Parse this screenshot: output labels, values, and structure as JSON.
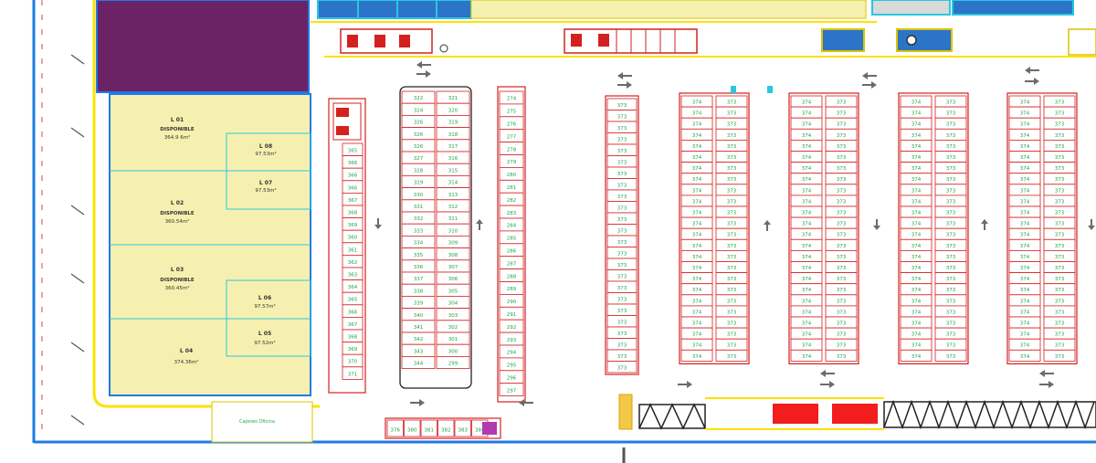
{
  "colors": {
    "lot_fill": "#f6f0b0",
    "purple_block": "#6b2365",
    "border_blue": "#1e7be6",
    "road_yellow": "#ffe100",
    "stall_red": "#d52020",
    "stall_number": "#1aa64a",
    "cyan": "#29c7e0",
    "arrow_gray": "#6b6b6b"
  },
  "lots": [
    {
      "code": "L 01",
      "status": "DISPONIBLE",
      "area": "364.9 6m²"
    },
    {
      "code": "L 02",
      "status": "DISPONIBLE",
      "area": "360.54m²"
    },
    {
      "code": "L 03",
      "status": "DISPONIBLE",
      "area": "360.45m²"
    },
    {
      "code": "L 04",
      "status": "",
      "area": "374.36m²"
    },
    {
      "code": "L 08",
      "status": "",
      "area": "97.53m²"
    },
    {
      "code": "L 07",
      "status": "",
      "area": "97.53m²"
    },
    {
      "code": "L 06",
      "status": "",
      "area": "97.57m²"
    },
    {
      "code": "L 05",
      "status": "",
      "area": "97.52m²"
    }
  ],
  "side_stalls": [
    "365",
    "366",
    "366",
    "366",
    "367",
    "368",
    "369",
    "360",
    "361",
    "362",
    "363",
    "364",
    "365",
    "366",
    "367",
    "368",
    "369",
    "370",
    "371"
  ],
  "block_a": {
    "left": [
      "322",
      "324",
      "326",
      "326",
      "326",
      "327",
      "328",
      "329",
      "330",
      "331",
      "332",
      "333",
      "334",
      "335",
      "336",
      "337",
      "338",
      "339",
      "340",
      "341",
      "342",
      "343",
      "344"
    ],
    "right": [
      "321",
      "320",
      "319",
      "318",
      "317",
      "316",
      "315",
      "314",
      "313",
      "312",
      "311",
      "310",
      "309",
      "308",
      "307",
      "306",
      "305",
      "304",
      "303",
      "302",
      "301",
      "300",
      "299"
    ]
  },
  "block_b": [
    "274",
    "275",
    "276",
    "277",
    "278",
    "279",
    "280",
    "281",
    "282",
    "283",
    "284",
    "285",
    "286",
    "287",
    "288",
    "289",
    "290",
    "291",
    "292",
    "293",
    "294",
    "295",
    "296",
    "297"
  ],
  "row_c": [
    "373",
    "373",
    "373",
    "373",
    "373",
    "373",
    "373",
    "373",
    "373",
    "373",
    "373",
    "373",
    "373",
    "373",
    "373",
    "373",
    "373",
    "373",
    "373",
    "373",
    "373",
    "373",
    "373",
    "373"
  ],
  "double_rows_labels": {
    "left": "374",
    "right": "373"
  },
  "bottom_row": [
    "376",
    "380",
    "381",
    "382",
    "383",
    "384"
  ],
  "bottom_label": "Cajones Oficina"
}
